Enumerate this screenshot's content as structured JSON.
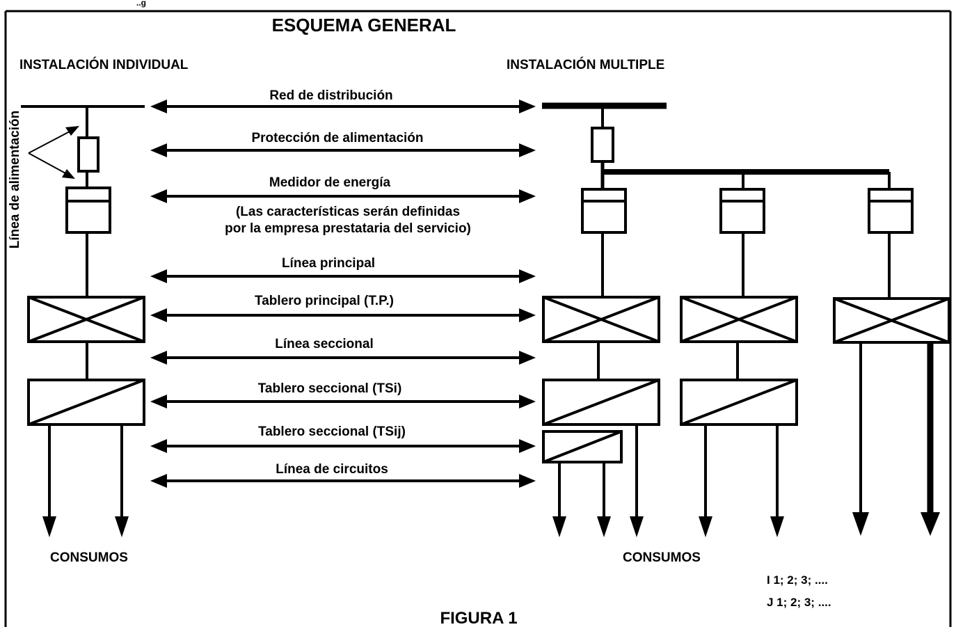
{
  "title": "ESQUEMA GENERAL",
  "figure_caption": "FIGURA 1",
  "left_heading": "INSTALACIÓN INDIVIDUAL",
  "right_heading": "INSTALACIÓN MULTIPLE",
  "vertical_label": "Línea de alimentación",
  "consumos_left": "CONSUMOS",
  "consumos_right": "CONSUMOS",
  "index_i": "I 1; 2; 3; ....",
  "index_j": "J 1; 2; 3; ....",
  "center_labels": {
    "red": "Red de distribución",
    "proteccion": "Protección de alimentación",
    "medidor": "Medidor de energía",
    "note_line1": "(Las características serán definidas",
    "note_line2": "por la empresa prestataria del servicio)",
    "linea_principal": "Línea principal",
    "tablero_principal": "Tablero principal (T.P.)",
    "linea_seccional": "Línea seccional",
    "tablero_seccional_tsi": "Tablero seccional (TSi)",
    "tablero_seccional_tsij": "Tablero seccional (TSij)",
    "linea_circuitos": "Línea de circuitos"
  },
  "top_left_snippet": "..g"
}
